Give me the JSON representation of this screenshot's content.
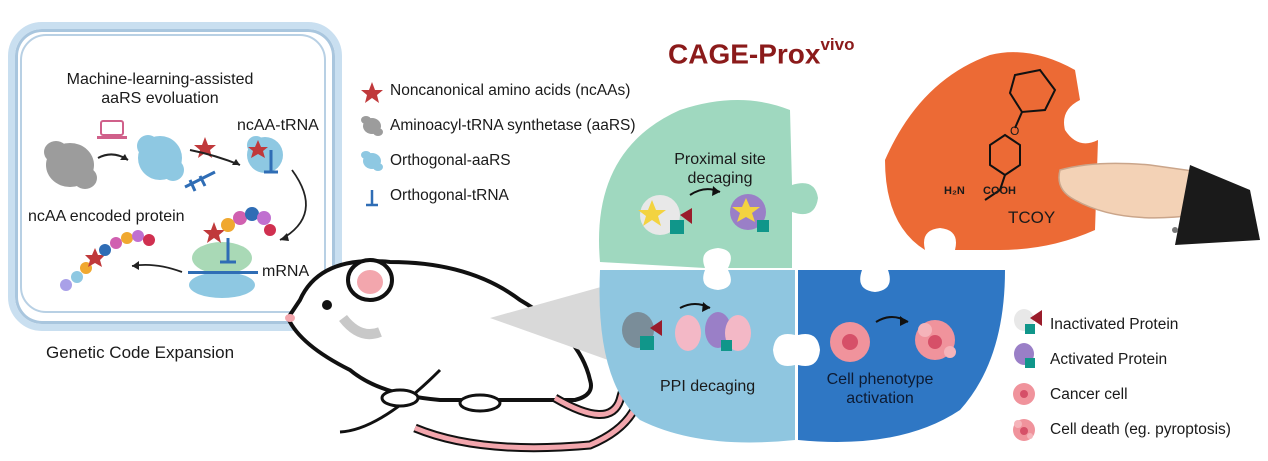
{
  "title": {
    "main": "CAGE-Prox",
    "sup": "vivo"
  },
  "gce_panel": {
    "ml_label_line1": "Machine-learning-assisted",
    "ml_label_line2": "aaRS evoluation",
    "ncaa_trna": "ncAA-tRNA",
    "encoded_protein": "ncAA encoded protein",
    "mrna": "mRNA",
    "caption": "Genetic Code Expansion"
  },
  "legend_top": [
    {
      "label": "Noncanonical amino acids (ncAAs)",
      "icon": "star-icon",
      "color": "#c0393b"
    },
    {
      "label": "Aminoacyl-tRNA synthetase (aaRS)",
      "icon": "gray-blob-icon",
      "color": "#9c9c9c"
    },
    {
      "label": "Orthogonal-aaRS",
      "icon": "blue-blob-icon",
      "color": "#8ec8e2"
    },
    {
      "label": "Orthogonal-tRNA",
      "icon": "trna-icon",
      "color": "#2f6db5"
    }
  ],
  "puzzle": {
    "proximal_line1": "Proximal site",
    "proximal_line2": "decaging",
    "ppi": "PPI decaging",
    "phenotype_line1": "Cell phenotype",
    "phenotype_line2": "activation",
    "tcoy": "TCOY",
    "chem_h2n": "H₂N",
    "chem_cooh": "COOH",
    "chem_o": "O",
    "colors": {
      "green": "#9fd8bf",
      "lightblue": "#8fc6e0",
      "darkblue": "#2f77c4",
      "orange": "#ec6a35"
    }
  },
  "legend_bottom": [
    {
      "label": "Inactivated Protein",
      "icon": "inactivated-protein-icon"
    },
    {
      "label": "Activated Protein",
      "icon": "activated-protein-icon"
    },
    {
      "label": "Cancer cell",
      "icon": "cancer-cell-icon"
    },
    {
      "label": "Cell death (eg. pyroptosis)",
      "icon": "cell-death-icon"
    }
  ]
}
